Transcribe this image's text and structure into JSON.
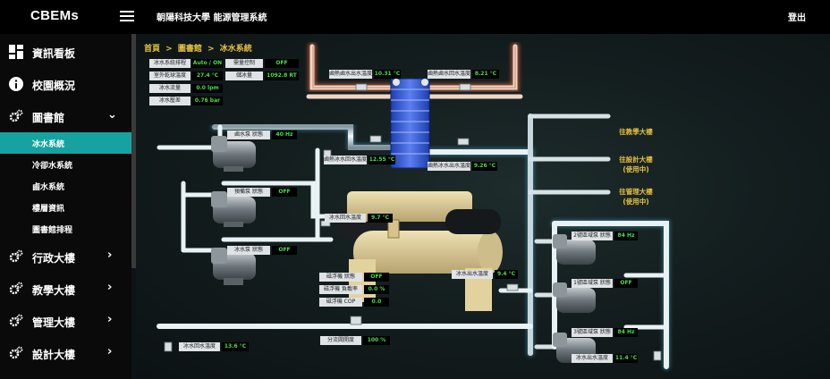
{
  "header": {
    "brand": "CBEMs",
    "title": "朝陽科技大學 能源管理系統",
    "logout": "登出"
  },
  "sidebar": {
    "dashboard": "資訊看板",
    "campus": "校園概況",
    "library": "圖書館",
    "library_subs": [
      "冰水系統",
      "冷卻水系統",
      "鹵水系統",
      "樓層資訊",
      "圖書館排程"
    ],
    "admin": "行政大樓",
    "teaching": "教學大樓",
    "management": "管理大樓",
    "design": "設計大樓"
  },
  "breadcrumb": {
    "home": "首頁",
    "sep": ">",
    "library": "圖書館",
    "page": "冰水系統"
  },
  "info_table": [
    {
      "label": "冰水系統排程",
      "value": "Auto / ON"
    },
    {
      "label": "室外乾球溫度",
      "value": "27.4 °C"
    },
    {
      "label": "冰水流量",
      "value": "0.0 lpm"
    },
    {
      "label": "冰水壓差",
      "value": "0.76 bar"
    }
  ],
  "demand_info": [
    {
      "label": "需量控制",
      "value": "OFF"
    },
    {
      "label": "儲冰量",
      "value": "1092.8 RT"
    }
  ],
  "readings": {
    "brine_in": {
      "label": "鹵熱鹵水出水溫度",
      "value": "10.31 °C"
    },
    "brine_out": {
      "label": "鹵熱鹵水回水溫度",
      "value": "8.21 °C"
    },
    "pump1": {
      "label": "鹵水泵 狀態",
      "value": "40 Hz"
    },
    "ice_ret": {
      "label": "鹵熱冰水回水溫度",
      "value": "12.55 °C"
    },
    "ice_sup": {
      "label": "鹵熱冰水出水溫度",
      "value": "9.26 °C"
    },
    "pump2": {
      "label": "預備泵 狀態",
      "value": "OFF"
    },
    "ret_temp": {
      "label": "冰水回水溫度",
      "value": "9.7 °C"
    },
    "pump3": {
      "label": "冰水泵 狀態",
      "value": "OFF"
    },
    "chw_sup": {
      "label": "冰水出水溫度",
      "value": "9.4 °C"
    },
    "chiller_status": {
      "label": "磁浮機 狀態",
      "value": "OFF"
    },
    "chiller_load": {
      "label": "磁浮機 負載率",
      "value": "0.0 %"
    },
    "chiller_cop": {
      "label": "磁浮機 COP",
      "value": "0.0"
    },
    "bypass": {
      "label": "分流閥開度",
      "value": "100 %"
    },
    "chw_ret_bottom": {
      "label": "冰水回水溫度",
      "value": "13.6 °C"
    },
    "sec_pump2": {
      "label": "2號區域泵 狀態",
      "value": "84 Hz"
    },
    "sec_pump1": {
      "label": "1號區域泵 狀態",
      "value": "OFF"
    },
    "sec_pump3": {
      "label": "3號區域泵 狀態",
      "value": "84 Hz"
    },
    "chw_sup_right": {
      "label": "冰水出水溫度",
      "value": "11.4 °C"
    }
  },
  "buildings": [
    {
      "line1": "往教學大樓",
      "line2": ""
    },
    {
      "line1": "往設計大樓",
      "line2": "(使用中)"
    },
    {
      "line1": "往管理大樓",
      "line2": "(使用中)"
    }
  ]
}
